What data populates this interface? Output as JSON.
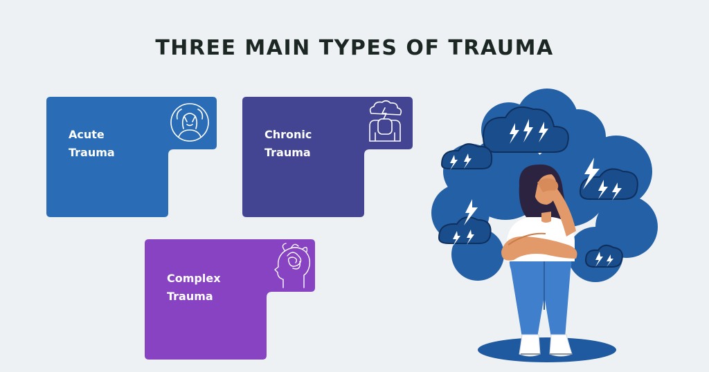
{
  "title": "THREE MAIN TYPES OF TRAUMA",
  "cards": [
    {
      "line1": "Acute",
      "line2": "Trauma",
      "color": "#2b6cb6",
      "icon": "person-distress-icon"
    },
    {
      "line1": "Chronic",
      "line2": "Trauma",
      "color": "#434593",
      "icon": "person-storm-cloud-icon"
    },
    {
      "line1": "Complex",
      "line2": "Trauma",
      "color": "#8843c3",
      "icon": "head-tangled-thoughts-icon"
    }
  ],
  "illustration": {
    "icon": "woman-under-storm-clouds-illustration",
    "cloud_color": "#1f5aa0",
    "outline_color": "#0f2f5c"
  }
}
